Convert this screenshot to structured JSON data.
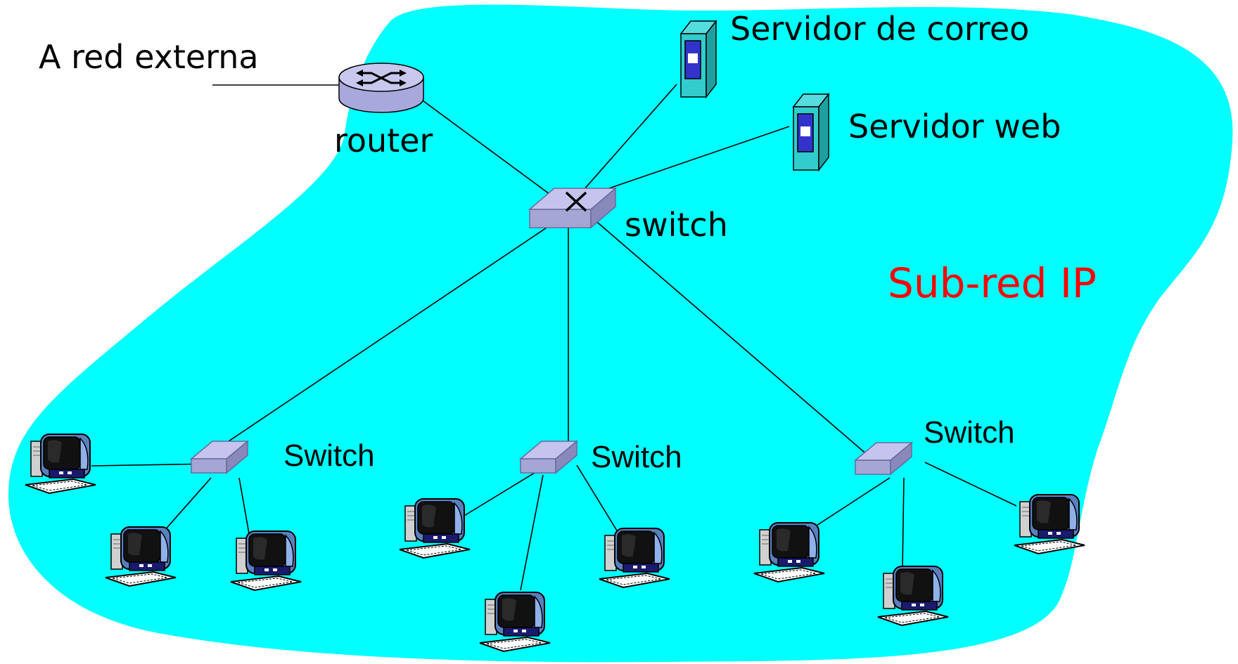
{
  "labels": {
    "external_network": "A red externa",
    "router": "router",
    "mail_server": "Servidor de correo",
    "web_server": "Servidor web",
    "core_switch": "switch",
    "subnet": "Sub-red IP",
    "switch_left": "Switch",
    "switch_middle": "Switch",
    "switch_right": "Switch"
  },
  "colors": {
    "subnet_fill": "#00ffff",
    "subnet_label": "#ff0000",
    "switch_body": "#b3b3e6",
    "router_body": "#c8c8ee",
    "server_body": "#33cccc",
    "server_panel": "#3333cc",
    "link": "#000000"
  },
  "icons": {
    "router": "router-icon",
    "switch": "switch-icon",
    "server": "server-tower-icon",
    "host": "desktop-computer-icon"
  }
}
